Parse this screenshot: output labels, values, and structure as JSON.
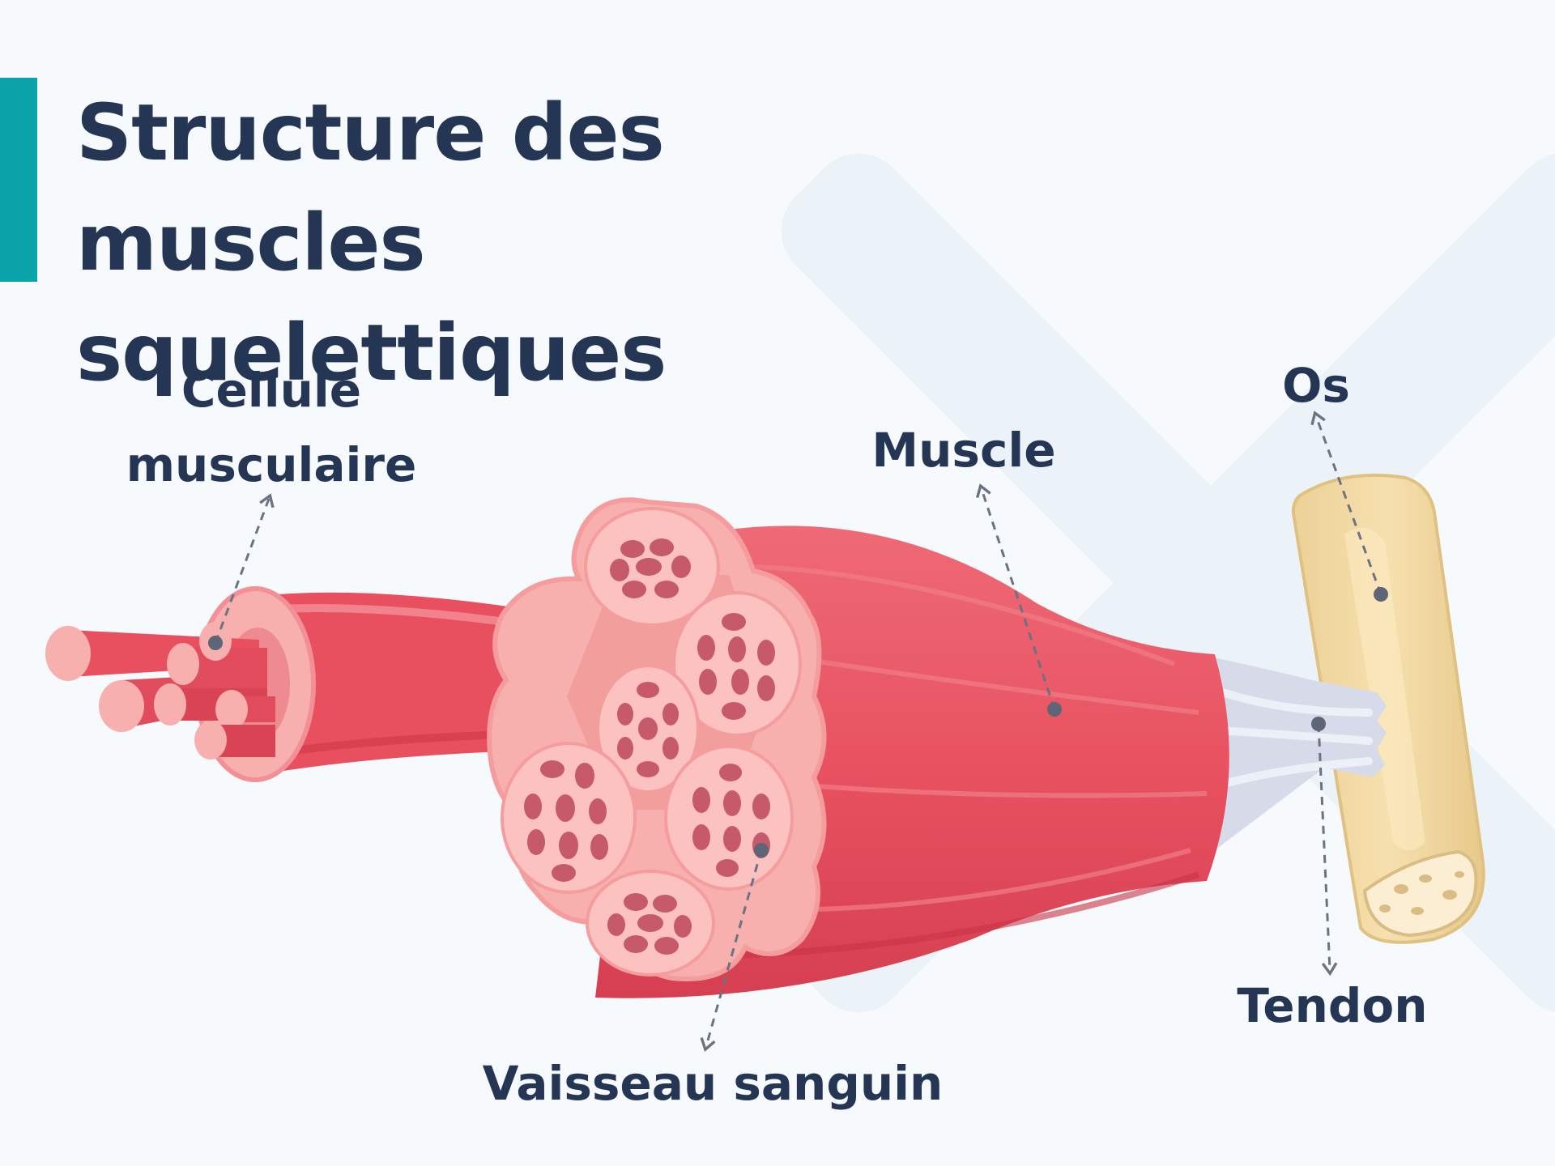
{
  "title": {
    "line1": "Structure des muscles",
    "line2": "squelettiques"
  },
  "labels": {
    "cell": {
      "line1": "Cellule",
      "line2": "musculaire"
    },
    "muscle": "Muscle",
    "bone": "Os",
    "tendon": "Tendon",
    "vessel": "Vaisseau sanguin"
  },
  "colors": {
    "accent": "#0aa4aa",
    "text": "#253554",
    "muscle": "#e8505f",
    "muscle_light": "#f48f98",
    "fascicle": "#f6aba9",
    "fiber_dot": "#c75a68",
    "bone": "#f1d9a0",
    "tendon": "#d7dae9",
    "background": "#f6fafc"
  }
}
